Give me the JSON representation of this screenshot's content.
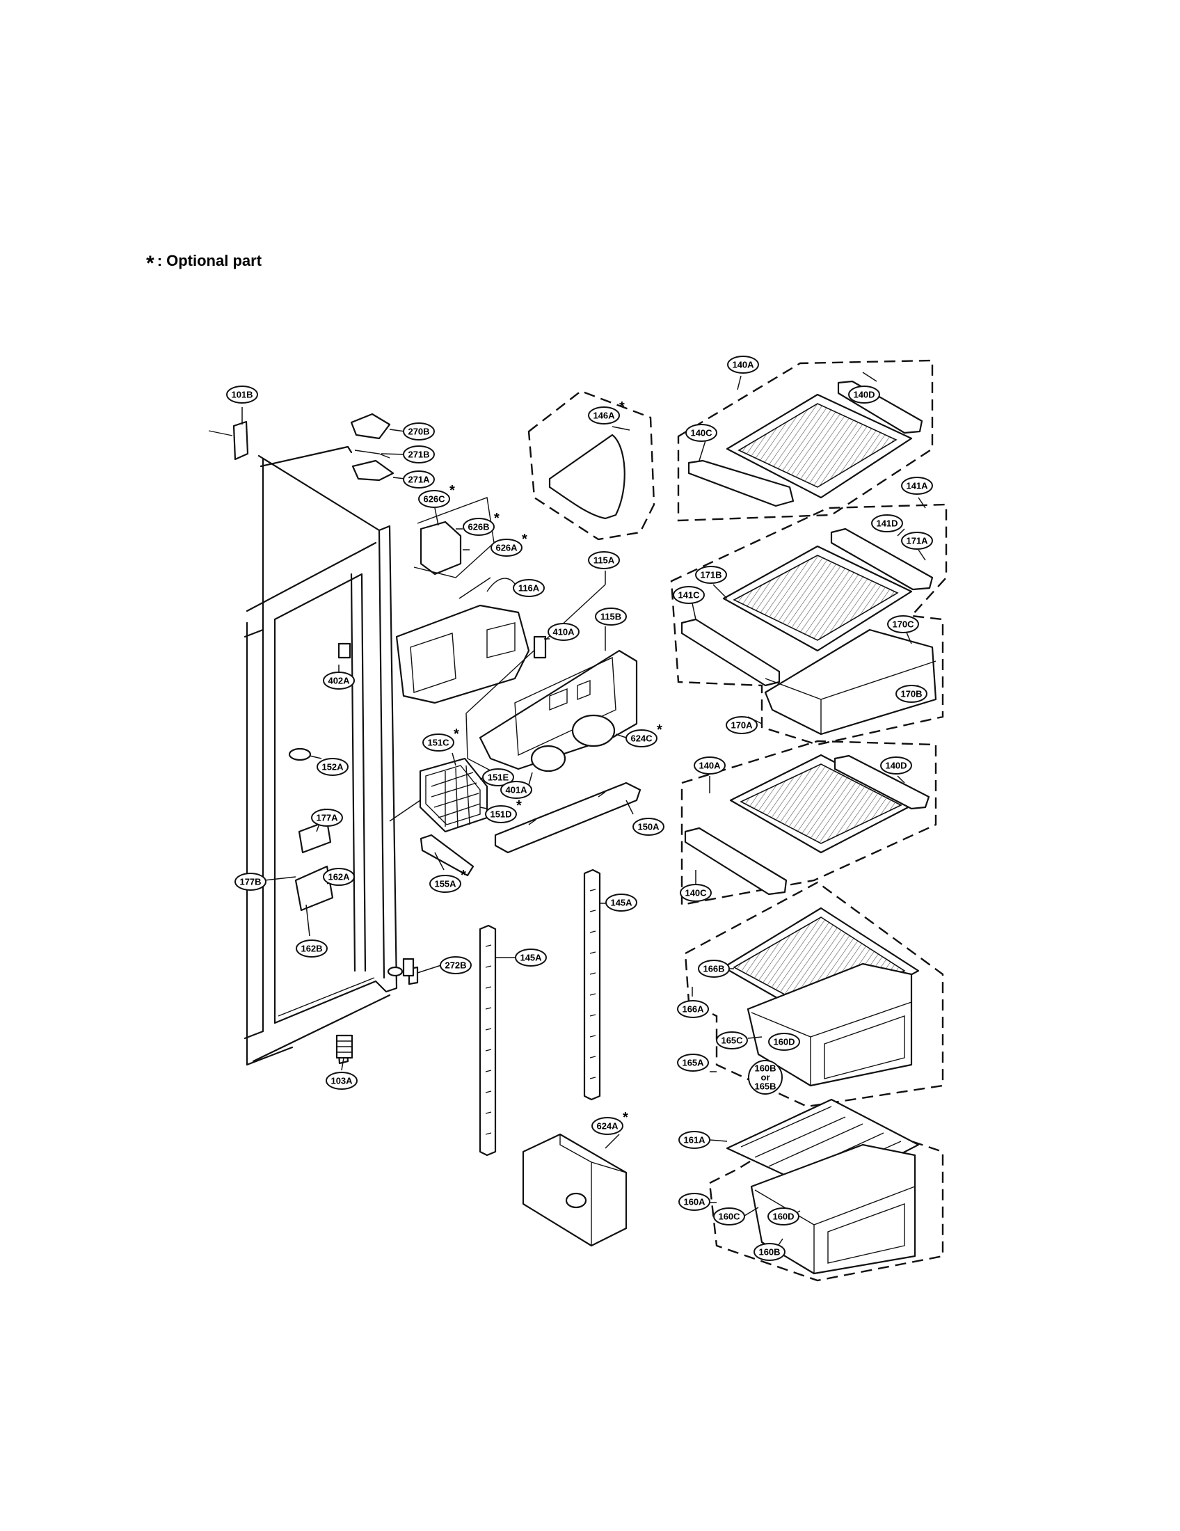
{
  "legend": {
    "symbol": "*",
    "text": ": Optional part"
  },
  "callouts": [
    {
      "label": "101B",
      "optional": false
    },
    {
      "label": "270B",
      "optional": false
    },
    {
      "label": "271B",
      "optional": false
    },
    {
      "label": "271A",
      "optional": false
    },
    {
      "label": "626C",
      "optional": true
    },
    {
      "label": "626B",
      "optional": true
    },
    {
      "label": "626A",
      "optional": true
    },
    {
      "label": "146A",
      "optional": true
    },
    {
      "label": "140A",
      "optional": false
    },
    {
      "label": "140D",
      "optional": false
    },
    {
      "label": "140C",
      "optional": false
    },
    {
      "label": "141A",
      "optional": false
    },
    {
      "label": "141D",
      "optional": false
    },
    {
      "label": "171A",
      "optional": false
    },
    {
      "label": "171B",
      "optional": false
    },
    {
      "label": "141C",
      "optional": false
    },
    {
      "label": "170C",
      "optional": false
    },
    {
      "label": "170B",
      "optional": false
    },
    {
      "label": "170A",
      "optional": false
    },
    {
      "label": "115A",
      "optional": false
    },
    {
      "label": "115B",
      "optional": false
    },
    {
      "label": "116A",
      "optional": false
    },
    {
      "label": "410A",
      "optional": false
    },
    {
      "label": "402A",
      "optional": false
    },
    {
      "label": "151C",
      "optional": true
    },
    {
      "label": "151E",
      "optional": false
    },
    {
      "label": "151D",
      "optional": true
    },
    {
      "label": "624C",
      "optional": true
    },
    {
      "label": "401A",
      "optional": false
    },
    {
      "label": "150A",
      "optional": false
    },
    {
      "label": "152A",
      "optional": false
    },
    {
      "label": "177A",
      "optional": false
    },
    {
      "label": "177B",
      "optional": false
    },
    {
      "label": "162A",
      "optional": false
    },
    {
      "label": "162B",
      "optional": false
    },
    {
      "label": "155A",
      "optional": true
    },
    {
      "label": "145A",
      "optional": false
    },
    {
      "label": "145A",
      "optional": false
    },
    {
      "label": "272B",
      "optional": false
    },
    {
      "label": "103A",
      "optional": false
    },
    {
      "label": "140A",
      "optional": false
    },
    {
      "label": "140D",
      "optional": false
    },
    {
      "label": "140C",
      "optional": false
    },
    {
      "label": "166B",
      "optional": false
    },
    {
      "label": "166A",
      "optional": false
    },
    {
      "label": "165C",
      "optional": false
    },
    {
      "label": "160D",
      "optional": false
    },
    {
      "label": "165A",
      "optional": false
    },
    {
      "label": "160B",
      "optional": false,
      "note": "or",
      "alt": "165B"
    },
    {
      "label": "624A",
      "optional": true
    },
    {
      "label": "161A",
      "optional": false
    },
    {
      "label": "160A",
      "optional": false
    },
    {
      "label": "160C",
      "optional": false
    },
    {
      "label": "160D",
      "optional": false
    },
    {
      "label": "160B",
      "optional": false
    }
  ]
}
